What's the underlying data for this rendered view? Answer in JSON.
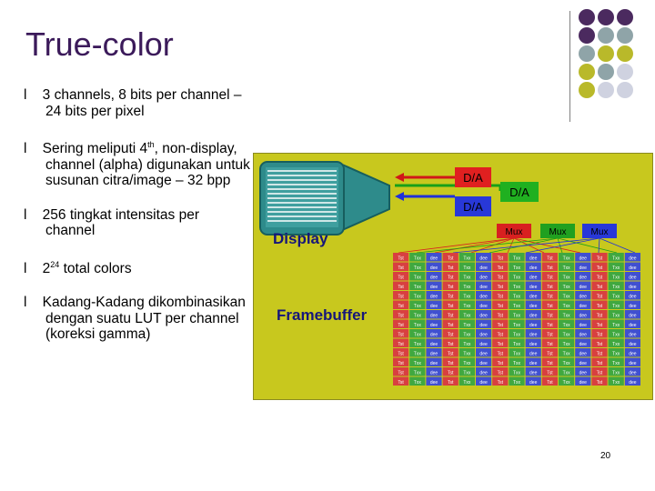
{
  "slide": {
    "title": "True-color",
    "bullets": [
      "3 channels, 8 bits per channel – 24 bits per pixel",
      "Sering meliputi 4th, non-display, channel (alpha) digunakan untuk susunan citra/image – 32 bpp",
      "256 tingkat intensitas per channel",
      "224 total colors",
      "Kadang-Kadang dikombinasikan dengan suatu LUT per channel (koreksi gamma)"
    ],
    "page_number": "20"
  },
  "figure": {
    "display_label": "Display",
    "framebuffer_label": "Framebuffer",
    "da_top": "D/A",
    "da_bottom": "D/A",
    "da_right": "D/A",
    "mux1": "Mux",
    "mux2": "Mux",
    "mux3": "Mux",
    "cell_text": [
      "Tst",
      "Txx",
      "dee"
    ]
  },
  "colors": {
    "title": "#3b1a5a",
    "figure_bg": "#c8c81e",
    "dot_purple": "#4b2a5f",
    "dot_gray": "#8fa4a8",
    "dot_olive": "#b9b92a",
    "dot_light": "#cfd2e0"
  }
}
